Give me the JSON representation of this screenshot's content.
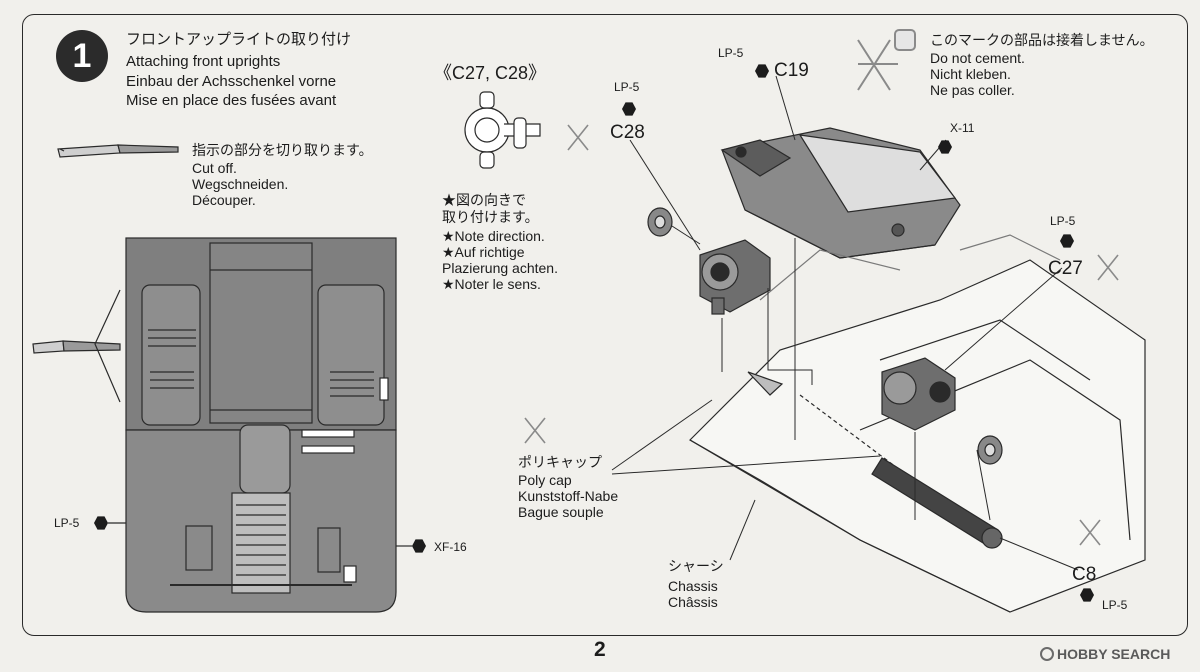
{
  "step": {
    "number": "1",
    "title_ja": "フロントアップライトの取り付け",
    "title_en": "Attaching front uprights",
    "title_de": "Einbau der Achsschenkel vorne",
    "title_fr": "Mise en place des fusées avant"
  },
  "cutoff": {
    "ja": "指示の部分を切り取ります。",
    "en": "Cut off.",
    "de": "Wegschneiden.",
    "fr": "Découper."
  },
  "parts_ref": "《C27, C28》",
  "direction_note": {
    "ja1": "★図の向きで",
    "ja2": "取り付けます。",
    "en": "★Note direction.",
    "de1": "★Auf richtige",
    "de2": "Plazierung achten.",
    "fr": "★Noter le sens."
  },
  "no_cement": {
    "ja": "このマークの部品は接着しません。",
    "en": "Do not cement.",
    "de": "Nicht kleben.",
    "fr": "Ne pas coller."
  },
  "parts": {
    "c19": "C19",
    "c28": "C28",
    "c27": "C27",
    "c8": "C8",
    "x11": "X-11"
  },
  "paints": {
    "lp5": "LP-5",
    "xf16": "XF-16"
  },
  "polycap": {
    "ja": "ポリキャップ",
    "en": "Poly cap",
    "de": "Kunststoff-Nabe",
    "fr": "Bague souple"
  },
  "chassis": {
    "ja": "シャーシ",
    "en": "Chassis",
    "fr": "Châssis"
  },
  "page_number": "2",
  "watermark": "HOBBY SEARCH",
  "icons": [
    "knife-icon",
    "no-glue-icon",
    "paint-hex-icon",
    "step-badge"
  ]
}
